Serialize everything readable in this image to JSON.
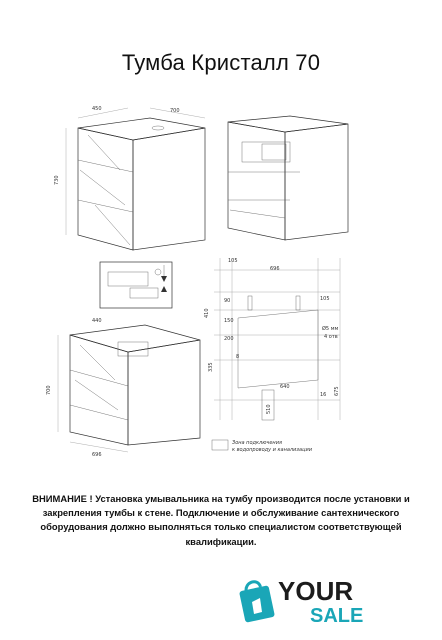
{
  "title": "Тумба Кристалл 70",
  "notice": "ВНИМАНИЕ ! Установка умывальника на тумбу производится после установки и закрепления тумбы к стене. Подключение и обслуживание сантехнического оборудования должно выполняться только специалистом соответствующей квалификации.",
  "dims": {
    "d450": "450",
    "d700a": "700",
    "d730": "730",
    "d105a": "105",
    "d696": "696",
    "d105b": "105",
    "d410": "410",
    "d90": "90",
    "d150": "150",
    "d200": "200",
    "d335": "335",
    "d440": "440",
    "d700b": "700",
    "d696b": "696",
    "d8": "8",
    "d640": "640",
    "d16": "16",
    "d675": "675",
    "d510": "510",
    "d05": "Ø5 мм",
    "d4": "4 отв"
  },
  "legend": {
    "line1": "Зона подключения",
    "line2": "к водопроводу и канализации"
  },
  "logo": {
    "your": "YOUR",
    "sale": "SALE",
    "accent": "#1aa6b7",
    "dark": "#1c1c1c"
  }
}
